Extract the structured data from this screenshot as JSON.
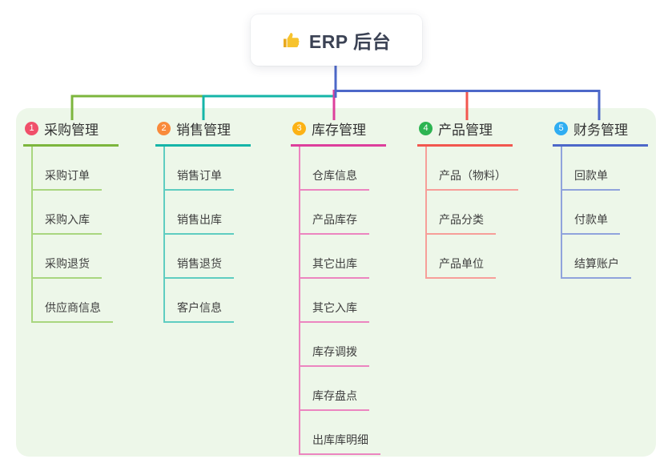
{
  "canvas": {
    "panel_bg": "#edf7e9",
    "page_bg": "#ffffff",
    "edge_blue": "#4d68c9"
  },
  "root": {
    "title": "ERP 后台",
    "icon": "thumbs-up-icon",
    "icon_color": "#f7c32e"
  },
  "branches": [
    {
      "num": "1",
      "title": "采购管理",
      "badge_color": "#f0506a",
      "color": "#7cb63d",
      "light": "#a9d67f",
      "children": [
        "采购订单",
        "采购入库",
        "采购退货",
        "供应商信息"
      ]
    },
    {
      "num": "2",
      "title": "销售管理",
      "badge_color": "#f98a3b",
      "color": "#15b5a8",
      "light": "#5fcdc1",
      "children": [
        "销售订单",
        "销售出库",
        "销售退货",
        "客户信息"
      ]
    },
    {
      "num": "3",
      "title": "库存管理",
      "badge_color": "#fcb215",
      "color": "#dd3f9c",
      "light": "#ec85c0",
      "children": [
        "仓库信息",
        "产品库存",
        "其它出库",
        "其它入库",
        "库存调拨",
        "库存盘点",
        "出库库明细"
      ]
    },
    {
      "num": "4",
      "title": "产品管理",
      "badge_color": "#2db452",
      "color": "#f2574f",
      "light": "#f79e99",
      "children": [
        "产品（物料）",
        "产品分类",
        "产品单位"
      ]
    },
    {
      "num": "5",
      "title": "财务管理",
      "badge_color": "#2fadf2",
      "color": "#4d68c9",
      "light": "#90a3dc",
      "children": [
        "回款单",
        "付款单",
        "结算账户"
      ]
    }
  ]
}
